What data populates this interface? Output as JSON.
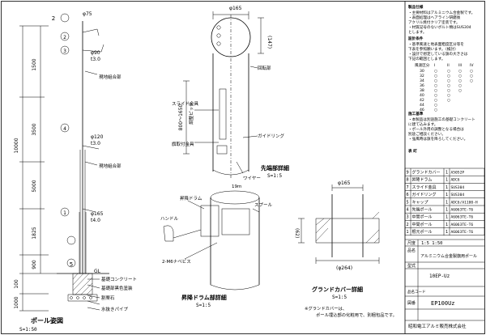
{
  "pole_view": {
    "title": "ポール姿図",
    "scale": "S=1:50",
    "dims_vertical": [
      "1500",
      "3500",
      "5000",
      "1825",
      "900",
      "10000",
      "100",
      "1000"
    ],
    "diameters": [
      "φ75",
      "φ90",
      "φ120",
      "φ165"
    ],
    "thickness": [
      "t3.0",
      "t3.0",
      "t4.0"
    ],
    "markers": [
      "2",
      "2",
      "3",
      "4",
      "1",
      "5"
    ],
    "annotations": [
      "現地組合部",
      "現地組合部",
      "GL",
      "基礎コンクリート",
      "基礎部黒色塗装",
      "割栗石",
      "水抜きパイプ"
    ]
  },
  "top_detail": {
    "title": "先端部詳細",
    "scale": "S=1:5",
    "top_diameter": "φ165",
    "dim_147": "(147)",
    "dim_range": "800～1650",
    "labels": [
      "回転部",
      "スライド金具",
      "調整ピッチ",
      "旗取付金具",
      "ガイドリング",
      "ワイヤー",
      "19m"
    ]
  },
  "drum_detail": {
    "title": "昇降ドラム部詳細",
    "scale": "S=1:5",
    "labels": [
      "昇降ドラム",
      "スプール",
      "ハンドル",
      "2-M6ナベビス"
    ]
  },
  "cover_detail": {
    "title": "グランドカバー詳細",
    "scale": "S=1:5",
    "dims": [
      "φ165",
      "(62)",
      "(φ264)"
    ],
    "note": "※グランドカバーは、ポール埋込部の化粧用で、別梱包品です。"
  },
  "notes": {
    "head1": "製品仕様",
    "items1": [
      "・主要材料はアルミニウム合金製です。",
      "・表面処理はヘアライン研磨後",
      "  アクリル焼付クリア塗装です。",
      "・材質記号のないボルト類はSUS304",
      "  とします。"
    ],
    "head2": "設計条件",
    "items2": [
      "・基準風速と地表面粗度区分等を",
      "  下表を参照願います。（検討）",
      "・設計で想定している旗の大きさは",
      "  下記の範囲とします。"
    ],
    "wind_header": [
      "風速区分",
      "I",
      "II",
      "III",
      "IV"
    ],
    "wind_rows": [
      [
        "30",
        "○",
        "○",
        "○",
        "○"
      ],
      [
        "32",
        "○",
        "○",
        "○",
        "○"
      ],
      [
        "34",
        "○",
        "○",
        "○",
        "○"
      ],
      [
        "36",
        "○",
        "○",
        "○",
        ""
      ],
      [
        "38",
        "○",
        "○",
        "○",
        ""
      ],
      [
        "40",
        "○",
        "○",
        "",
        ""
      ],
      [
        "42",
        "○",
        "○",
        "",
        ""
      ],
      [
        "44",
        "○",
        "",
        "",
        " "
      ],
      [
        "46",
        "○",
        "",
        "",
        ""
      ]
    ],
    "head3": "施工基準",
    "items3": [
      "・本製品は別途施工の基礎コンクリート",
      "  に建て込みます。",
      "・ポール外周の調整となる場合は",
      "  別途ご相談ください。",
      "・強風時は旗を降ろしてください。"
    ],
    "head4": "表 町"
  },
  "parts_table": {
    "rows": [
      [
        "9",
        "グランドカバー",
        "1",
        "A5052P"
      ],
      [
        "8",
        "昇降ドラム",
        "1",
        "ADC6"
      ],
      [
        "7",
        "スライド金具",
        "1",
        "SUS304"
      ],
      [
        "6",
        "ガイドリング",
        "1",
        "SUS304"
      ],
      [
        "5",
        "キャップ",
        "1",
        "ADC6/A1100-H"
      ],
      [
        "4",
        "先端ポール",
        "1",
        "A6063TE-T6"
      ],
      [
        "3",
        "中間ポール",
        "1",
        "A6063TE-T6"
      ],
      [
        "2",
        "中間ポール",
        "1",
        "A6063TE-T6"
      ],
      [
        "1",
        "根元ポール",
        "1",
        "A6063TE-T6"
      ]
    ]
  },
  "title_block": {
    "scale_label": "尺度",
    "scale_value": "1:5 1:50",
    "name_label": "品名",
    "name_value": "アルミニウム合金製旗用ポール",
    "model_label": "型式",
    "model_value": "10EP-Uz",
    "code_label": "品名コード",
    "drawing_label": "図番",
    "drawing_value": "EP100Uz",
    "company": "昭和電工アルミ販売株式会社"
  }
}
